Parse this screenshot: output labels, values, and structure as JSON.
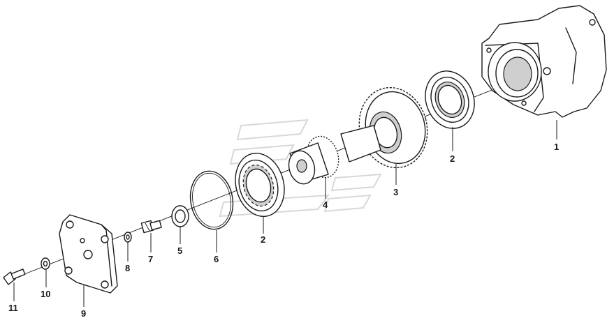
{
  "diagram": {
    "type": "exploded-parts-view",
    "callouts": [
      {
        "id": "c1",
        "label": "1",
        "part": "housing"
      },
      {
        "id": "c2a",
        "label": "2",
        "part": "bearing-right"
      },
      {
        "id": "c3",
        "label": "3",
        "part": "gear"
      },
      {
        "id": "c4",
        "label": "4",
        "part": "splined-shaft"
      },
      {
        "id": "c2b",
        "label": "2",
        "part": "bearing-left"
      },
      {
        "id": "c6",
        "label": "6",
        "part": "o-ring"
      },
      {
        "id": "c5",
        "label": "5",
        "part": "seal-ring"
      },
      {
        "id": "c7",
        "label": "7",
        "part": "plug-fitting"
      },
      {
        "id": "c8",
        "label": "8",
        "part": "small-washer"
      },
      {
        "id": "c9",
        "label": "9",
        "part": "cover-plate"
      },
      {
        "id": "c10",
        "label": "10",
        "part": "washer"
      },
      {
        "id": "c11",
        "label": "11",
        "part": "bolt"
      }
    ]
  }
}
